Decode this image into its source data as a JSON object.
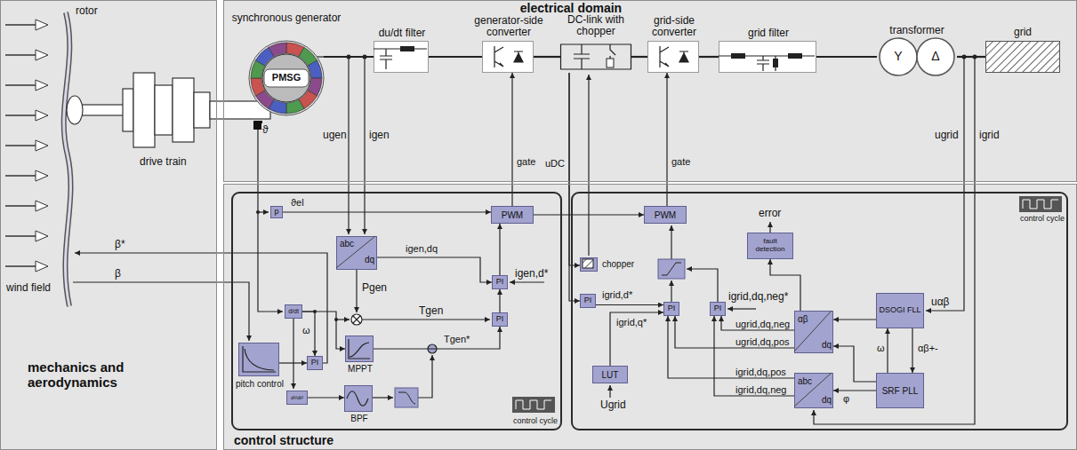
{
  "diagram": {
    "nodes": [
      {
        "text": [
          "mechanics and aerodynamics"
        ]
      },
      {
        "text": [
          "electrical domain"
        ]
      },
      {
        "text": [
          "control structure"
        ]
      },
      {
        "text": [
          "synchronous generator",
          "PMSG"
        ],
        "in": 1
      },
      {
        "text": [
          "du/dt filter"
        ],
        "in": 1
      },
      {
        "text": [
          "generator-side converter"
        ],
        "in": 1
      },
      {
        "text": [
          "DC-link with chopper"
        ],
        "in": 1
      },
      {
        "text": [
          "grid-side converter"
        ],
        "in": 1
      },
      {
        "text": [
          "grid filter"
        ],
        "in": 1
      },
      {
        "text": [
          "transformer",
          "Y",
          "Δ"
        ],
        "in": 1
      },
      {
        "text": [
          "grid"
        ],
        "in": 1
      },
      {
        "text": [
          "control cycle"
        ],
        "in": 2
      },
      {
        "text": [
          "control cycle"
        ],
        "in": 2
      },
      {
        "text": [
          "p"
        ],
        "in": 11
      },
      {
        "text": [
          "abc",
          "dq"
        ],
        "in": 11
      },
      {
        "text": [
          "PWM"
        ],
        "in": 11
      },
      {
        "text": [
          "PI"
        ],
        "in": 11
      },
      {
        "text": [
          "PI"
        ],
        "in": 11
      },
      {
        "text": [
          "d/dt"
        ],
        "in": 11
      },
      {
        "text": [
          "pitch control"
        ],
        "in": 11
      },
      {
        "text": [
          "PI"
        ],
        "in": 11
      },
      {
        "text": [
          "MPPT"
        ],
        "in": 11
      },
      {
        "text": [
          "d²/dt²"
        ],
        "in": 11
      },
      {
        "text": [
          "BPF"
        ],
        "in": 11
      },
      {
        "text": [
          "PWM"
        ],
        "in": 12
      },
      {
        "text": [
          "chopper"
        ],
        "in": 12
      },
      {
        "text": [
          "PI"
        ],
        "in": 12
      },
      {
        "text": [
          "PI"
        ],
        "in": 12
      },
      {
        "text": [
          "PI"
        ],
        "in": 12
      },
      {
        "text": [
          "fault detection"
        ],
        "in": 12
      },
      {
        "text": [
          "LUT"
        ],
        "in": 12
      },
      {
        "text": [
          "αβ",
          "dq"
        ],
        "in": 12
      },
      {
        "text": [
          "DSOGI FLL"
        ],
        "in": 12
      },
      {
        "text": [
          "abc",
          "dq"
        ],
        "in": 12
      },
      {
        "text": [
          "SRF PLL"
        ],
        "in": 12
      }
    ],
    "edges": [
      {
        "from": 3,
        "to": 4,
        "arrow": "none"
      },
      {
        "from": 4,
        "to": 5,
        "arrow": "none"
      },
      {
        "from": 5,
        "to": 6,
        "arrow": "none"
      },
      {
        "from": 6,
        "to": 7,
        "arrow": "none"
      },
      {
        "from": 7,
        "to": 8,
        "arrow": "none"
      },
      {
        "from": 8,
        "to": 9,
        "arrow": "none"
      },
      {
        "from": 9,
        "to": 10,
        "arrow": "none"
      },
      {
        "from": 13,
        "to": 15,
        "label": "ϑel",
        "arrow": "to"
      },
      {
        "from": 15,
        "to": 5,
        "label": "gate",
        "arrow": "to"
      },
      {
        "from": 24,
        "to": 7,
        "label": "gate",
        "arrow": "to"
      },
      {
        "from": 15,
        "to": 24,
        "arrow": "to"
      },
      {
        "from": 14,
        "to": 16,
        "label": "igen,dq",
        "arrow": "to"
      },
      {
        "from": 17,
        "to": 16,
        "arrow": "to"
      },
      {
        "from": 16,
        "to": 15,
        "arrow": "to"
      },
      {
        "from": 19,
        "to": 20,
        "arrow": "to"
      },
      {
        "from": 18,
        "to": 20,
        "label": "ω",
        "arrow": "to"
      },
      {
        "from": 18,
        "to": 21,
        "arrow": "to"
      },
      {
        "from": 22,
        "to": 23,
        "arrow": "to"
      },
      {
        "from": 21,
        "to": 17,
        "label": "Tgen*",
        "arrow": "to"
      },
      {
        "from": 6,
        "to": 25,
        "label": "uDC",
        "arrow": "to"
      },
      {
        "from": 6,
        "to": 26,
        "arrow": "to"
      },
      {
        "from": 26,
        "to": 27,
        "label": "igrid,d*",
        "arrow": "to"
      },
      {
        "from": 30,
        "to": 27,
        "label": "igrid,q*",
        "arrow": "to"
      },
      {
        "from": 31,
        "to": 27,
        "label": "ugrid,dq,pos",
        "arrow": "to"
      },
      {
        "from": 31,
        "to": 28,
        "label": "ugrid,dq,neg",
        "arrow": "to"
      },
      {
        "from": 33,
        "to": 27,
        "label": "igrid,dq,pos",
        "arrow": "to"
      },
      {
        "from": 33,
        "to": 28,
        "label": "igrid,dq,neg",
        "arrow": "to"
      },
      {
        "from": 31,
        "to": 29,
        "arrow": "to"
      },
      {
        "from": 32,
        "to": 31,
        "arrow": "to"
      },
      {
        "from": 32,
        "to": 34,
        "label": "αβ+-",
        "arrow": "to"
      },
      {
        "from": 34,
        "to": 32,
        "label": "ω",
        "arrow": "to"
      },
      {
        "from": 34,
        "to": 33,
        "label": "φ",
        "arrow": "to"
      },
      {
        "from": 34,
        "to": 31,
        "arrow": "to"
      }
    ],
    "labels": [
      "rotor",
      "drive train",
      "wind field",
      "β*",
      "β",
      "ϑ",
      "ugen",
      "igen",
      "ugrid",
      "igrid",
      "Pgen",
      "Tgen",
      "igen,d*",
      "igrid,dq,neg*",
      "error",
      "uαβ",
      "Ugrid"
    ]
  }
}
